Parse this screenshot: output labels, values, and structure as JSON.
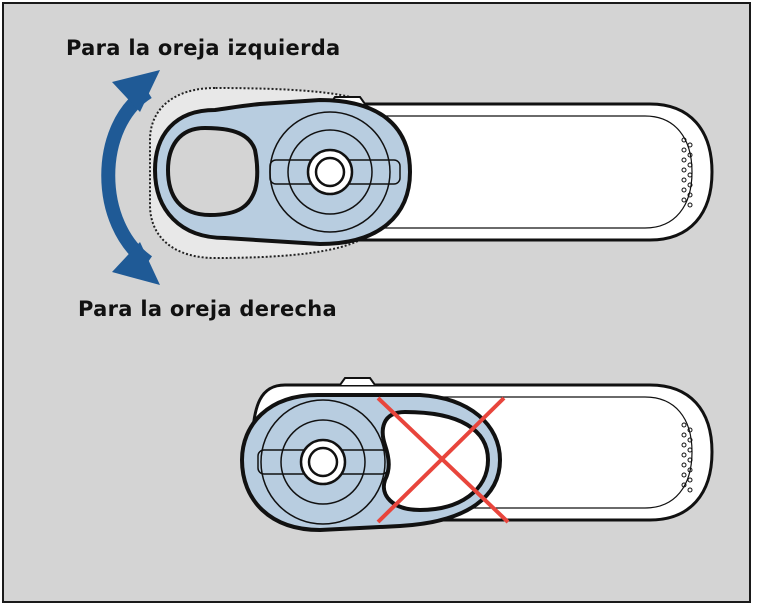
{
  "labels": {
    "left_ear": "Para la oreja izquierda",
    "right_ear": "Para la oreja derecha"
  },
  "colors": {
    "background": "#d4d4d4",
    "earhook": "#b8cde0",
    "rotation_arrow": "#1f5a96",
    "cross": "#e8453c",
    "outline": "#111111"
  },
  "icons": {
    "rotation": "curved-double-arrow",
    "incorrect": "red-x"
  }
}
